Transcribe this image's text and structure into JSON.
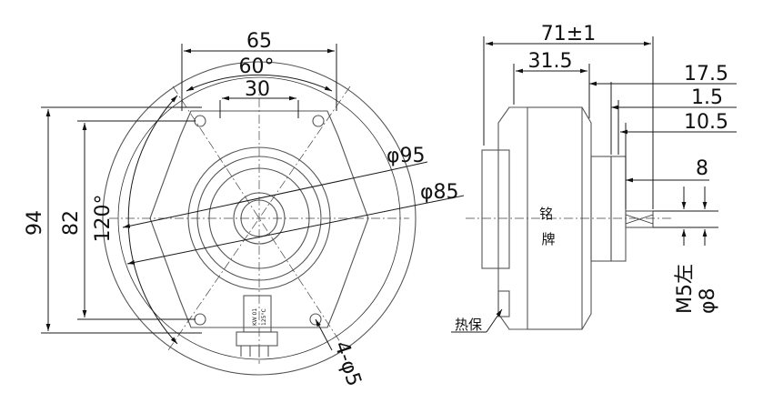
{
  "front_view": {
    "dim_65": "65",
    "dim_60deg": "60°",
    "dim_30": "30",
    "dim_94": "94",
    "dim_82": "82",
    "dim_120deg": "120°",
    "dim_phi95": "φ95",
    "dim_phi85": "φ85",
    "holes": "4-φ5",
    "capacitor_text_1": "KW 01",
    "capacitor_text_2": "125°C"
  },
  "side_view": {
    "dim_71": "71±1",
    "dim_31_5": "31.5",
    "dim_17_5": "17.5",
    "dim_1_5": "1.5",
    "dim_10_5": "10.5",
    "dim_8": "8",
    "nameplate": "铭牌",
    "thermal": "热保",
    "thread": "M5左",
    "shaft_dia": "φ8"
  },
  "colors": {
    "line": "#1a1a1a",
    "part_outline": "#555555"
  }
}
